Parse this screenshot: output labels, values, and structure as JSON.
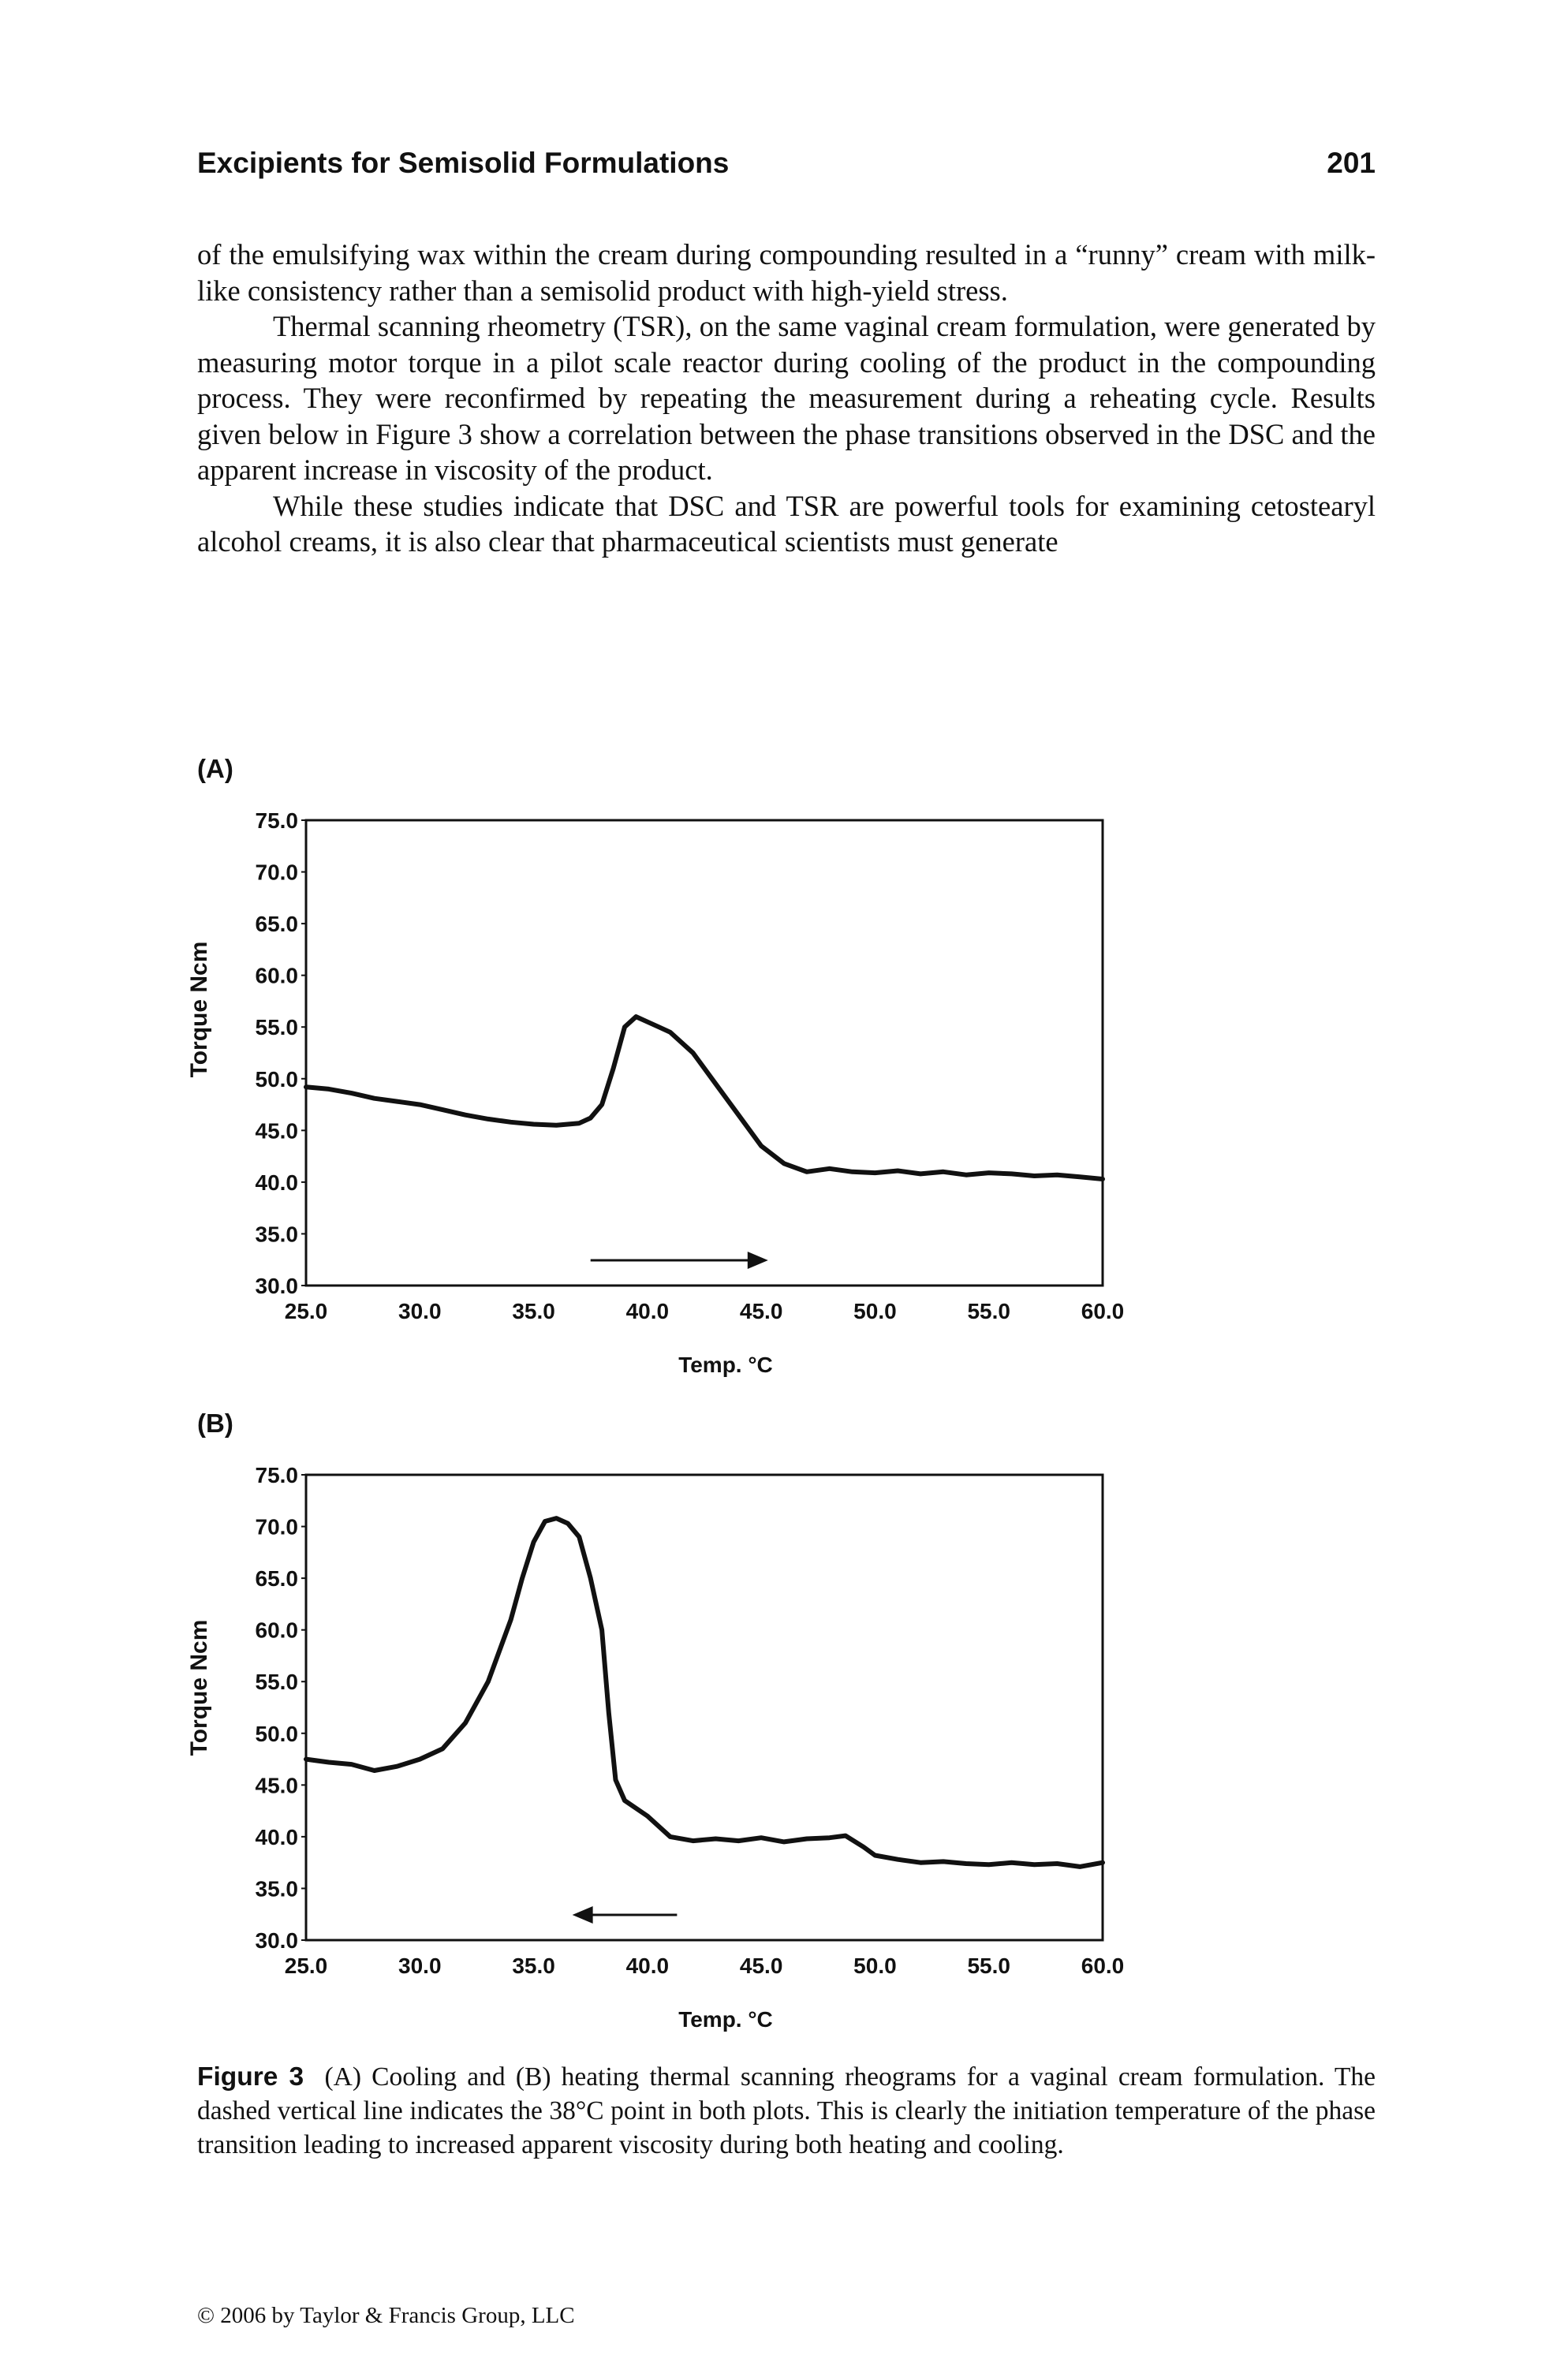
{
  "header": {
    "title": "Excipients for Semisolid Formulations",
    "page_number": "201"
  },
  "paragraphs": [
    "of the emulsifying wax within the cream during compounding resulted in a “runny” cream with milk-like consistency rather than a semisolid product with high-yield stress.",
    "Thermal scanning rheometry (TSR), on the same vaginal cream formulation, were generated by measuring motor torque in a pilot scale reactor during cooling of the product in the compounding process. They were reconfirmed by repeating the measurement during a reheating cycle. Results given below in Figure 3 show a correlation between the phase transitions observed in the DSC and the apparent increase in viscosity of the product.",
    "While these studies indicate that DSC and TSR are powerful tools for examining cetostearyl alcohol creams, it is also clear that pharmaceutical scientists must generate"
  ],
  "chart_data": [
    {
      "type": "line",
      "panel": "(A)",
      "xlabel": "Temp. °C",
      "ylabel": "Torque Ncm",
      "xlim": [
        25,
        60
      ],
      "ylim": [
        30,
        75
      ],
      "xticks": [
        "25.0",
        "30.0",
        "35.0",
        "40.0",
        "45.0",
        "50.0",
        "55.0",
        "60.0"
      ],
      "yticks": [
        "30.0",
        "35.0",
        "40.0",
        "45.0",
        "50.0",
        "55.0",
        "60.0",
        "65.0",
        "70.0",
        "75.0"
      ],
      "grid": false,
      "arrow": "right",
      "series": [
        {
          "x": [
            25.0,
            26.0,
            27.0,
            28.0,
            29.0,
            30.0,
            31.0,
            32.0,
            33.0,
            34.0,
            35.0,
            36.0,
            37.0,
            37.5,
            38.0,
            38.5,
            39.0,
            39.5,
            40.0,
            40.5,
            41.0,
            42.0,
            43.0,
            44.0,
            45.0,
            46.0,
            47.0,
            48.0,
            49.0,
            50.0,
            51.0,
            52.0,
            53.0,
            54.0,
            55.0,
            56.0,
            57.0,
            58.0,
            59.0,
            60.0
          ],
          "y": [
            49.2,
            49.0,
            48.6,
            48.1,
            47.8,
            47.5,
            47.0,
            46.5,
            46.1,
            45.8,
            45.6,
            45.5,
            45.7,
            46.2,
            47.5,
            51.0,
            55.0,
            56.0,
            55.5,
            55.0,
            54.5,
            52.5,
            49.5,
            46.5,
            43.5,
            41.8,
            41.0,
            41.3,
            41.0,
            40.9,
            41.1,
            40.8,
            41.0,
            40.7,
            40.9,
            40.8,
            40.6,
            40.7,
            40.5,
            40.3
          ]
        }
      ]
    },
    {
      "type": "line",
      "panel": "(B)",
      "xlabel": "Temp. °C",
      "ylabel": "Torque Ncm",
      "xlim": [
        25,
        60
      ],
      "ylim": [
        30,
        75
      ],
      "xticks": [
        "25.0",
        "30.0",
        "35.0",
        "40.0",
        "45.0",
        "50.0",
        "55.0",
        "60.0"
      ],
      "yticks": [
        "30.0",
        "35.0",
        "40.0",
        "45.0",
        "50.0",
        "55.0",
        "60.0",
        "65.0",
        "70.0",
        "75.0"
      ],
      "grid": false,
      "arrow": "left",
      "series": [
        {
          "x": [
            25.0,
            26.0,
            27.0,
            28.0,
            29.0,
            30.0,
            31.0,
            32.0,
            33.0,
            34.0,
            34.5,
            35.0,
            35.5,
            36.0,
            36.5,
            37.0,
            37.5,
            38.0,
            38.3,
            38.6,
            39.0,
            40.0,
            41.0,
            42.0,
            43.0,
            44.0,
            45.0,
            46.0,
            47.0,
            48.0,
            48.7,
            49.5,
            50.0,
            51.0,
            52.0,
            53.0,
            54.0,
            55.0,
            56.0,
            57.0,
            58.0,
            59.0,
            60.0
          ],
          "y": [
            47.5,
            47.2,
            47.0,
            46.4,
            46.8,
            47.5,
            48.5,
            51.0,
            55.0,
            61.0,
            65.0,
            68.5,
            70.5,
            70.8,
            70.3,
            69.0,
            65.0,
            60.0,
            52.0,
            45.5,
            43.5,
            42.0,
            40.0,
            39.6,
            39.8,
            39.6,
            39.9,
            39.5,
            39.8,
            39.9,
            40.1,
            39.0,
            38.2,
            37.8,
            37.5,
            37.6,
            37.4,
            37.3,
            37.5,
            37.3,
            37.4,
            37.1,
            37.5
          ]
        }
      ]
    }
  ],
  "caption": {
    "tag": "Figure 3",
    "text": "(A) Cooling and (B) heating thermal scanning rheograms for a vaginal cream formulation. The dashed vertical line indicates the 38°C point in both plots. This is clearly the initiation temperature of the phase transition leading to increased apparent viscosity during both heating and cooling."
  },
  "footer": "© 2006 by Taylor & Francis Group, LLC"
}
